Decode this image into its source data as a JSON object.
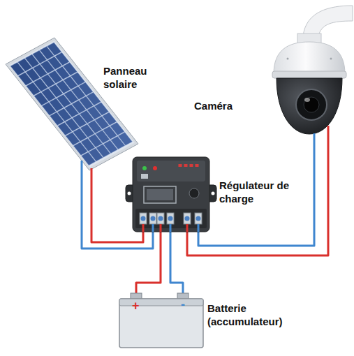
{
  "diagram": {
    "nodes": [
      {
        "text": [
          "Panneau solaire"
        ]
      },
      {
        "text": [
          "Caméra"
        ]
      },
      {
        "text": [
          "Régulateur de charge"
        ]
      },
      {
        "text": [
          "Batterie (accumulateur)"
        ]
      }
    ],
    "edges": [
      {
        "from": 0,
        "to": 2,
        "arrow": "none"
      },
      {
        "from": 0,
        "to": 2,
        "arrow": "none"
      },
      {
        "from": 2,
        "to": 3,
        "arrow": "none"
      },
      {
        "from": 2,
        "to": 3,
        "arrow": "none"
      },
      {
        "from": 2,
        "to": 1,
        "arrow": "none"
      },
      {
        "from": 2,
        "to": 1,
        "arrow": "none"
      }
    ],
    "labels": [
      "+",
      "-"
    ]
  }
}
